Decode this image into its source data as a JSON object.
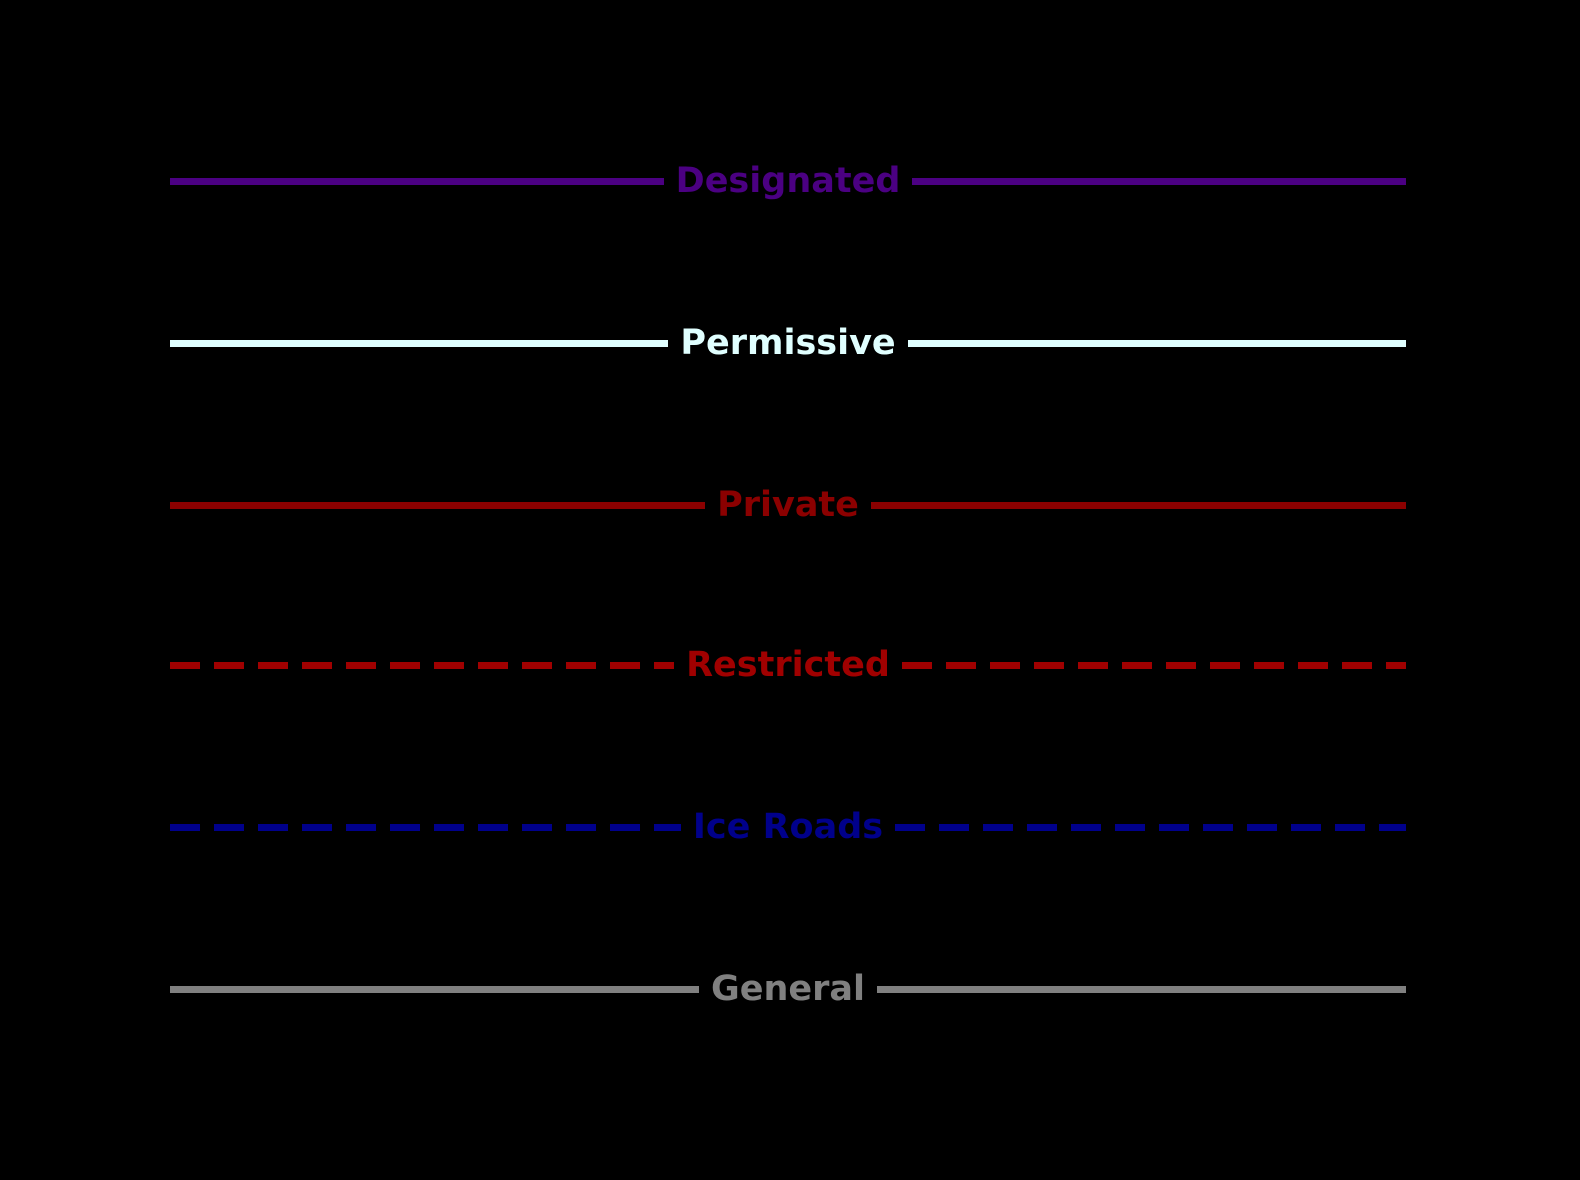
{
  "page": {
    "background_color": "#000000"
  },
  "legend": {
    "items": [
      {
        "label": "Designated",
        "color": "#4B0082",
        "line_style": "solid"
      },
      {
        "label": "Permissive",
        "color": "#E0FFFF",
        "line_style": "solid"
      },
      {
        "label": "Private",
        "color": "#8B0000",
        "line_style": "solid"
      },
      {
        "label": "Restricted",
        "color": "#A00000",
        "line_style": "dashed"
      },
      {
        "label": "Ice Roads",
        "color": "#00008B",
        "line_style": "dashed"
      },
      {
        "label": "General",
        "color": "#808080",
        "line_style": "solid"
      }
    ]
  }
}
